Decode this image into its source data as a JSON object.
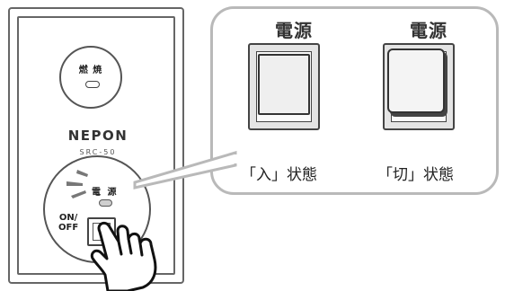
{
  "panel": {
    "burn_label": "燃 焼",
    "brand": "NEPON",
    "model": "SRC-50",
    "power_label": "電 源",
    "onoff_label_line1": "ON/",
    "onoff_label_line2": "OFF"
  },
  "callout": {
    "on_state": {
      "title": "電源",
      "caption": "「入」状態"
    },
    "off_state": {
      "title": "電源",
      "caption": "「切」状態"
    }
  },
  "icons": [
    "hand-pointer-icon",
    "lamp-glow-icon"
  ]
}
